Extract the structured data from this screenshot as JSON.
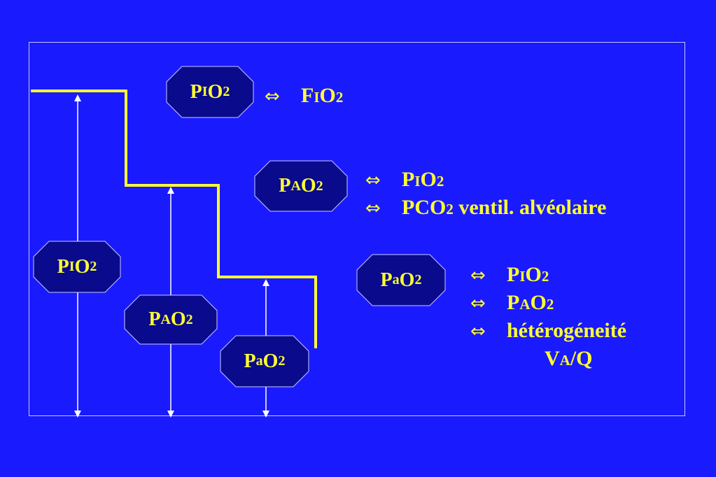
{
  "colors": {
    "background": "#1a1aff",
    "octagon_fill": "#0a0a8c",
    "text": "#ffff33",
    "line": "#ffff33",
    "arrows": "#ffffff",
    "frame": "#c8c8ff"
  },
  "arrow_symbol": "⇔",
  "labels": {
    "pio2": {
      "p": "P",
      "s": "I",
      "o": "O",
      "n": "2"
    },
    "pao2_alv": {
      "p": "P",
      "s": "A",
      "o": "O",
      "n": "2"
    },
    "pao2_art": {
      "p": "P",
      "s": "a",
      "o": "O",
      "n": "2"
    },
    "fio2": {
      "p": "F",
      "s": "I",
      "o": "O",
      "n": "2"
    }
  },
  "notes": {
    "pco2_main": "PCO",
    "pco2_sub": "2",
    "pco2_rest": " ventil. alvéolaire",
    "heterogeneite": "hétérogéneité",
    "vaq_v": "V",
    "vaq_sub": "A",
    "vaq_rest": "/Q"
  }
}
